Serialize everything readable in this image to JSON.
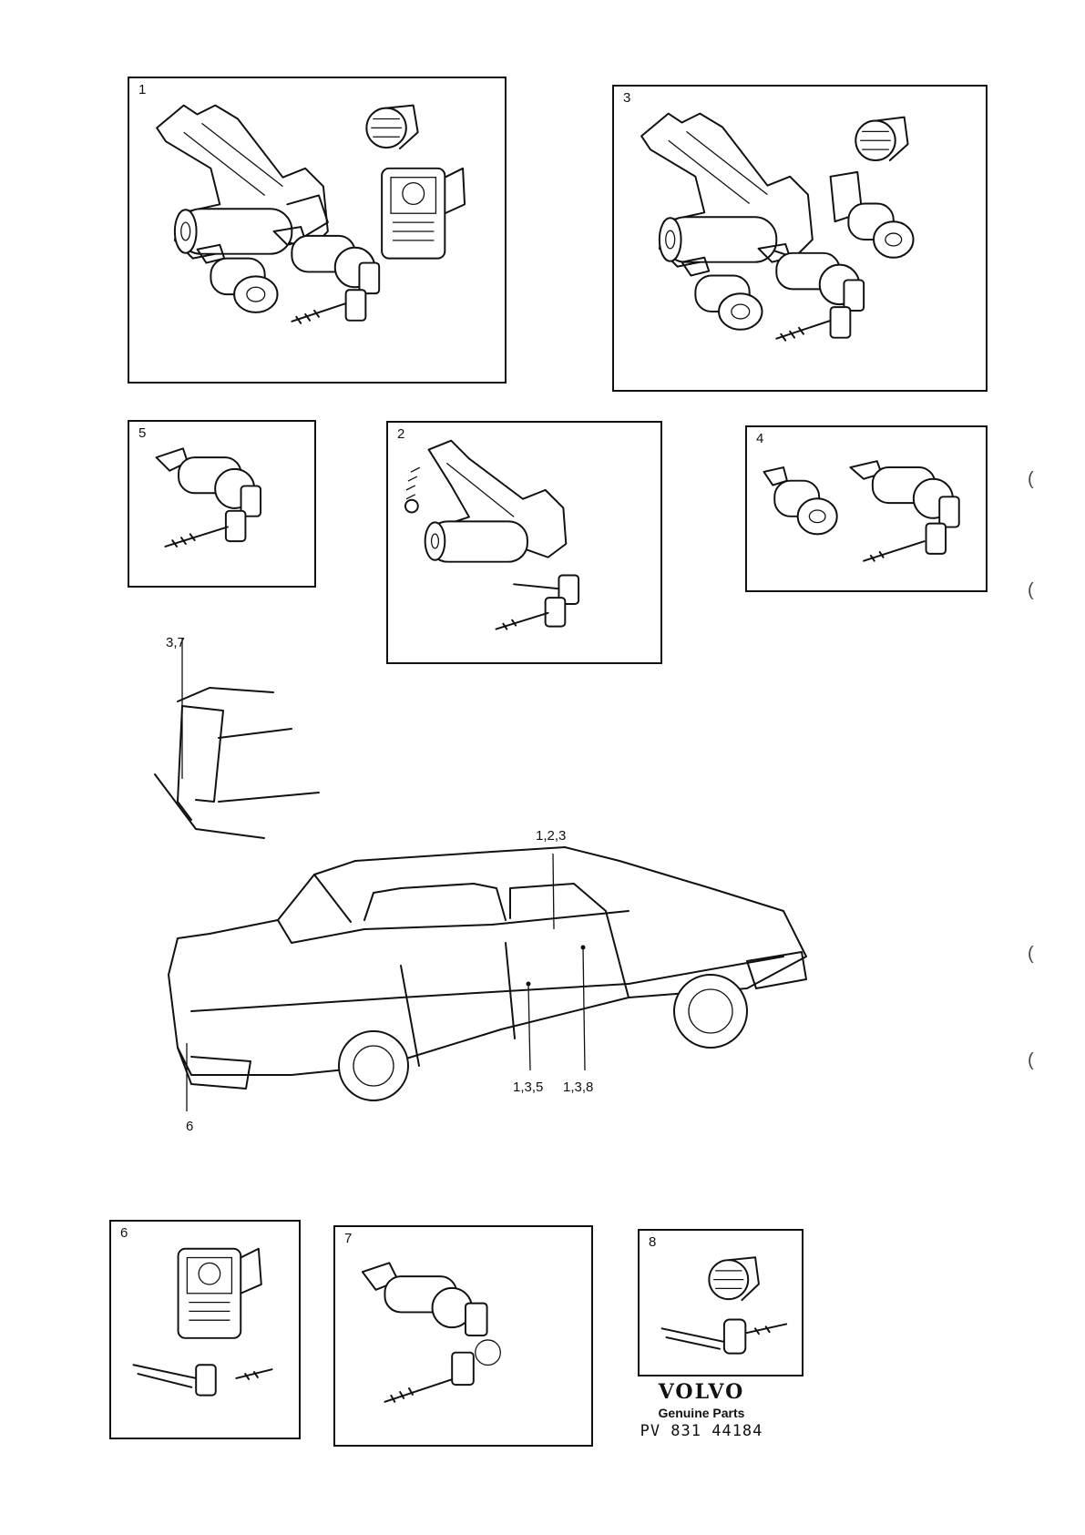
{
  "panels": [
    {
      "id": "1",
      "label": "1"
    },
    {
      "id": "3",
      "label": "3"
    },
    {
      "id": "5",
      "label": "5"
    },
    {
      "id": "2",
      "label": "2"
    },
    {
      "id": "4",
      "label": "4"
    },
    {
      "id": "6",
      "label": "6"
    },
    {
      "id": "7",
      "label": "7"
    },
    {
      "id": "8",
      "label": "8"
    }
  ],
  "callouts": {
    "tailgate": "3,7",
    "front_door_top": "1,2,3",
    "door_handle": "1,3,5",
    "door_right": "1,3,8",
    "rear": "6"
  },
  "brand": {
    "logo": "VOLVO",
    "subtitle": "Genuine Parts",
    "code": "PV  831  44184"
  },
  "edge_marks": [
    "(",
    "(",
    "(",
    "("
  ]
}
